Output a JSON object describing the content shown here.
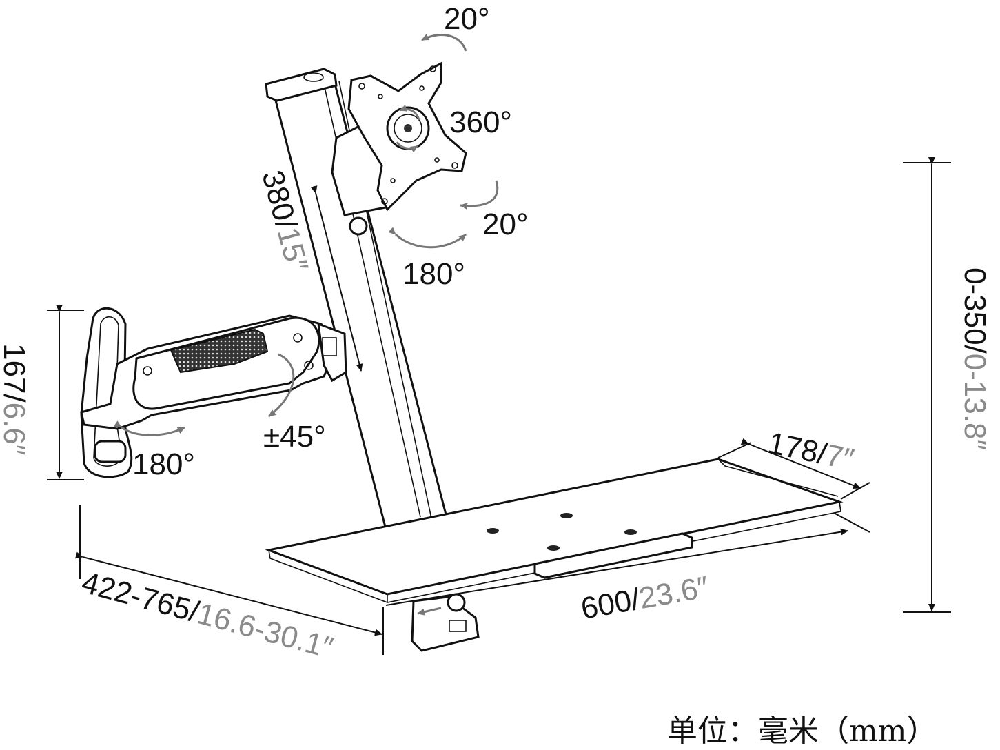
{
  "labels": {
    "tilt_top": "20°",
    "rotate": "360°",
    "tilt_side": "20°",
    "swivel_head": "180°",
    "height_adjust_mm": "380/",
    "height_adjust_in": "15″",
    "arm_height_mm": "167/",
    "arm_height_in": "6.6″",
    "arm_tilt": "±45°",
    "arm_swivel": "180°",
    "lift_mm": "0-350/",
    "lift_in": "0-13.8″",
    "tray_depth_mm": "178/",
    "tray_depth_in": "7″",
    "tray_width_mm": "600/",
    "tray_width_in": "23.6″",
    "reach_mm": "422-765/",
    "reach_in": "16.6-30.1″"
  },
  "unit": "单位：毫米（mm）",
  "colors": {
    "primary": "#111111",
    "secondary": "#8a8a8a"
  }
}
